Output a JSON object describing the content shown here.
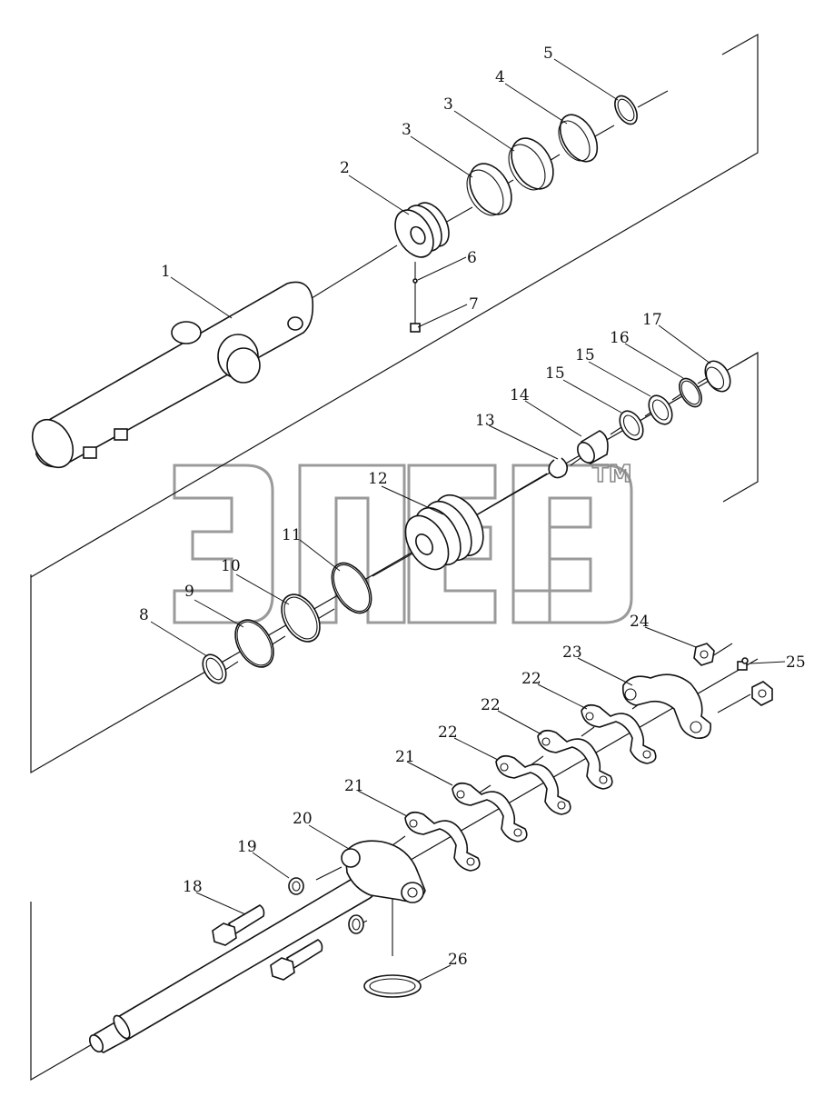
{
  "watermark": {
    "trademark": "TM"
  },
  "callouts": {
    "c1": "1",
    "c2": "2",
    "c3a": "3",
    "c3b": "3",
    "c4": "4",
    "c5": "5",
    "c6": "6",
    "c7": "7",
    "c8": "8",
    "c9": "9",
    "c10": "10",
    "c11": "11",
    "c12": "12",
    "c13": "13",
    "c14": "14",
    "c15a": "15",
    "c15b": "15",
    "c16": "16",
    "c17": "17",
    "c18": "18",
    "c19": "19",
    "c20": "20",
    "c21a": "21",
    "c21b": "21",
    "c22a": "22",
    "c22b": "22",
    "c22c": "22",
    "c23": "23",
    "c24": "24",
    "c25": "25",
    "c26": "26"
  }
}
